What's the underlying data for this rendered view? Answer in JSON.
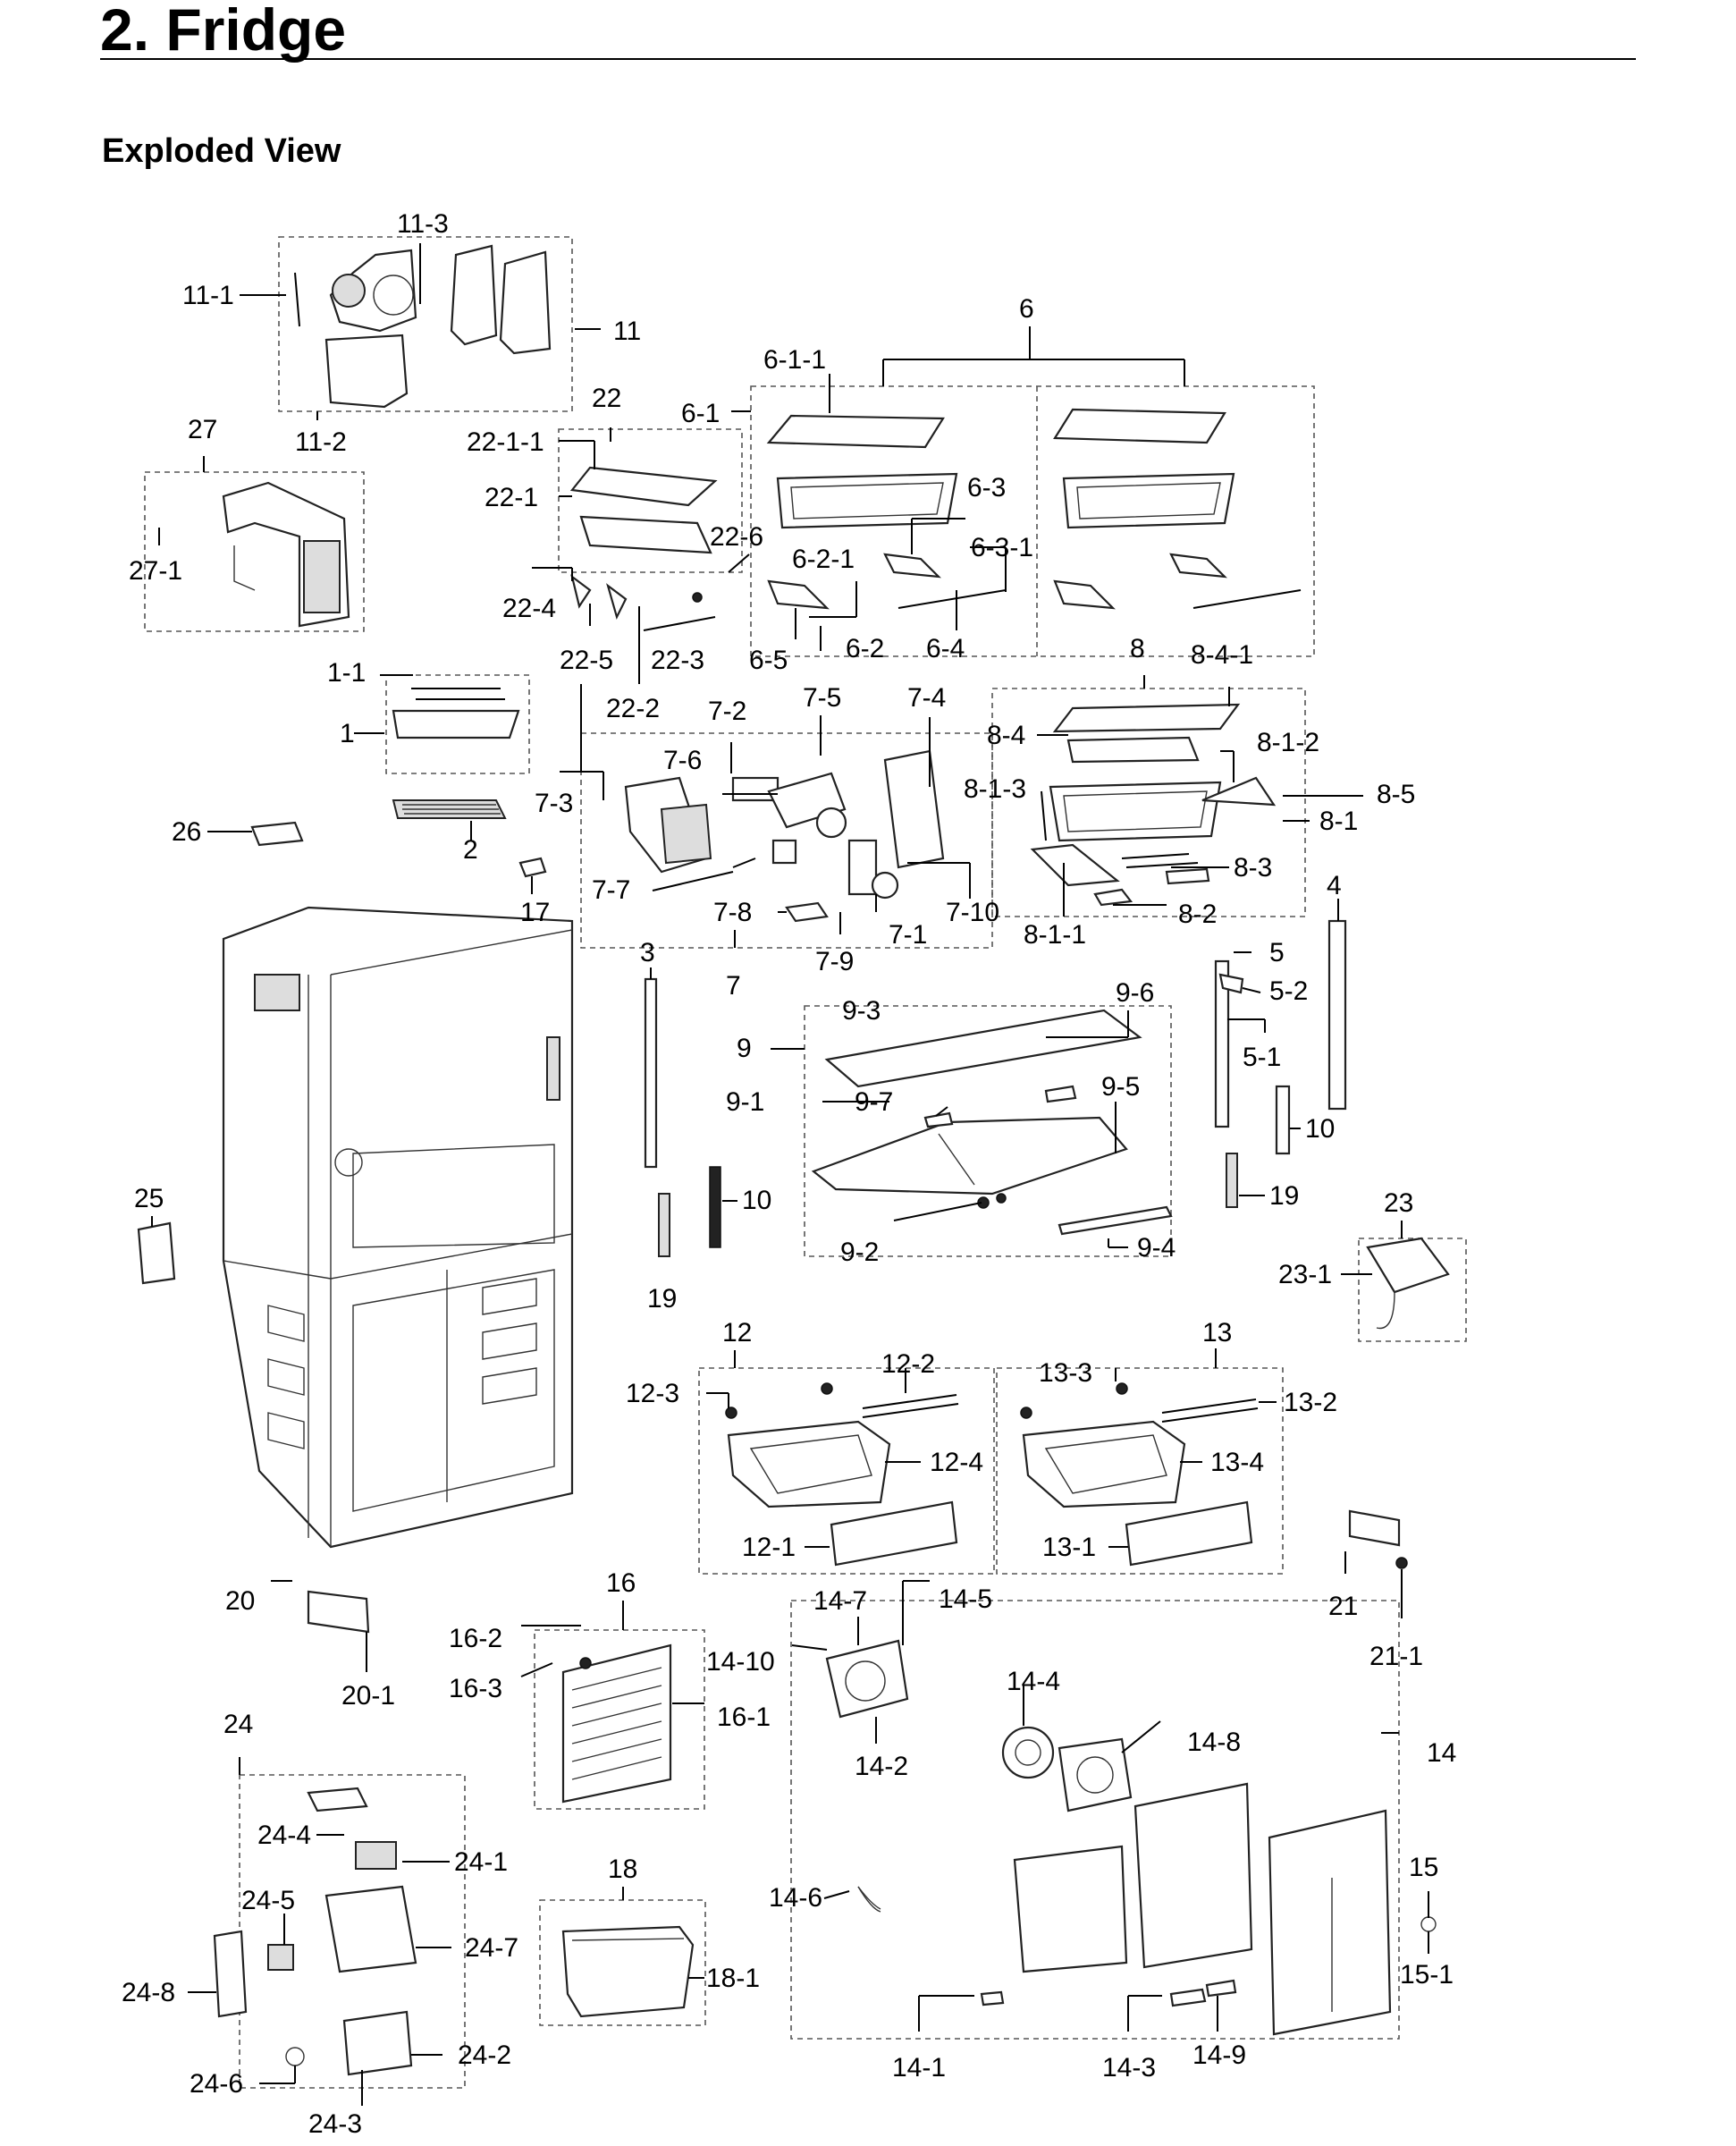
{
  "header": {
    "title": "2.  Fridge",
    "subtitle": "Exploded View"
  },
  "diagram": {
    "labels": [
      "11-3",
      "11-1",
      "11",
      "11-2",
      "6",
      "6-1-1",
      "22",
      "6-1",
      "27",
      "22-1-1",
      "22-1",
      "6-3",
      "27-1",
      "6-3-1",
      "22-6",
      "6-2-1",
      "22-4",
      "22-5",
      "22-3",
      "6-5",
      "6-2",
      "6-4",
      "8",
      "8-4-1",
      "1-1",
      "22-2",
      "7-2",
      "7-5",
      "7-4",
      "1",
      "8-4",
      "8-1-2",
      "7-6",
      "8-1-3",
      "8-5",
      "7-3",
      "26",
      "8-1",
      "2",
      "8-3",
      "7-7",
      "17",
      "7-10",
      "7-8",
      "7-1",
      "8-2",
      "8-1-1",
      "7-9",
      "4",
      "5",
      "3",
      "7",
      "5-2",
      "9-6",
      "9-3",
      "9",
      "5-1",
      "9-5",
      "9-1",
      "9-7",
      "10",
      "10",
      "19",
      "25",
      "9-4",
      "9-2",
      "23",
      "23-1",
      "19",
      "12",
      "13",
      "12-2",
      "13-3",
      "12-3",
      "13-2",
      "12-4",
      "13-4",
      "12-1",
      "13-1",
      "16",
      "14-7",
      "14-5",
      "20",
      "21",
      "16-2",
      "14-10",
      "20-1",
      "21-1",
      "16-3",
      "16-1",
      "14-4",
      "24",
      "14-2",
      "14-8",
      "14",
      "24-4",
      "24-1",
      "18",
      "15",
      "24-5",
      "14-6",
      "24-7",
      "18-1",
      "15-1",
      "24-8",
      "24-2",
      "14-1",
      "14-3",
      "14-9",
      "24-6",
      "24-3"
    ]
  }
}
